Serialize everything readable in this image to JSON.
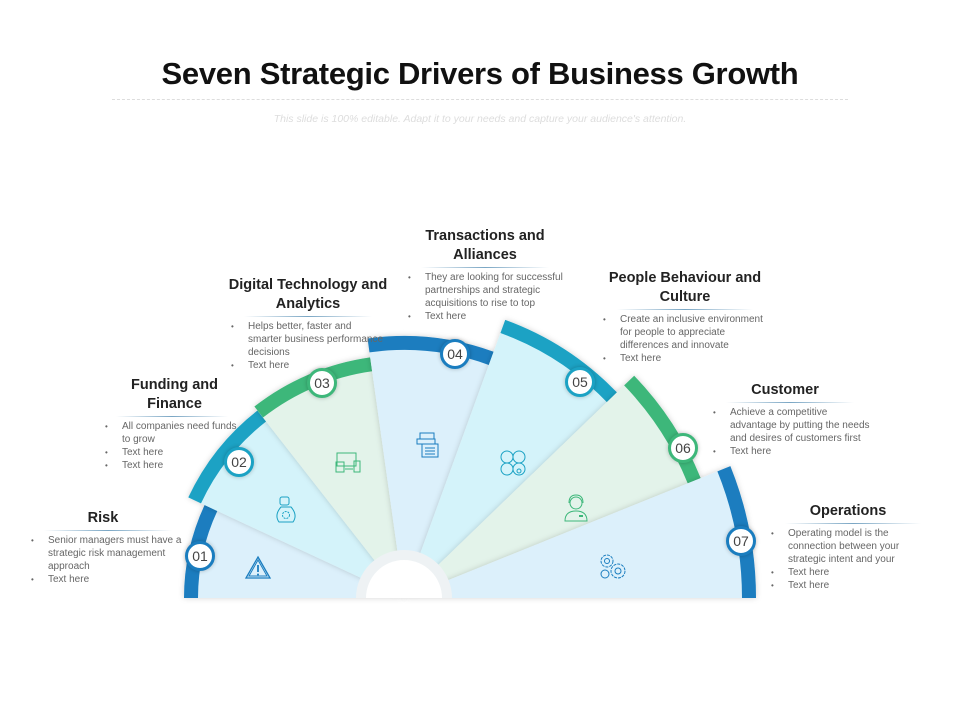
{
  "title": "Seven Strategic Drivers of Business Growth",
  "subtitle": "This slide is 100% editable. Adapt it to your needs and capture your audience's attention.",
  "colors": {
    "blue": "#1a7dbf",
    "teal": "#1ba2c4",
    "green": "#3db77a",
    "fill_blue": "#dcf0fb",
    "fill_cyan": "#d4f3fa",
    "fill_green": "#e3f3ea"
  },
  "drivers": [
    {
      "number": "01",
      "title": "Risk",
      "icon": "warning-icon",
      "bullets": [
        "Senior managers must have a strategic risk management approach",
        "Text here"
      ]
    },
    {
      "number": "02",
      "title": "Funding and Finance",
      "icon": "money-bag-icon",
      "bullets": [
        "All companies need funds to grow",
        "Text here",
        "Text here"
      ]
    },
    {
      "number": "03",
      "title": "Digital Technology and Analytics",
      "icon": "devices-icon",
      "bullets": [
        "Helps better, faster and smarter business performance decisions",
        "Text here"
      ]
    },
    {
      "number": "04",
      "title": "Transactions and Alliances",
      "icon": "document-stack-icon",
      "bullets": [
        "They are looking for successful partnerships and strategic acquisitions to rise to top",
        "Text here"
      ]
    },
    {
      "number": "05",
      "title": "People Behaviour and Culture",
      "icon": "faces-icon",
      "bullets": [
        "Create an inclusive environment for people to appreciate differences and innovate",
        "Text here"
      ]
    },
    {
      "number": "06",
      "title": "Customer",
      "icon": "customer-support-icon",
      "bullets": [
        "Achieve a competitive advantage by putting the needs and desires of customers first",
        "Text here"
      ]
    },
    {
      "number": "07",
      "title": "Operations",
      "icon": "gears-icon",
      "bullets": [
        "Operating model is the connection between your strategic intent and your",
        "Text here",
        "Text here"
      ]
    }
  ]
}
